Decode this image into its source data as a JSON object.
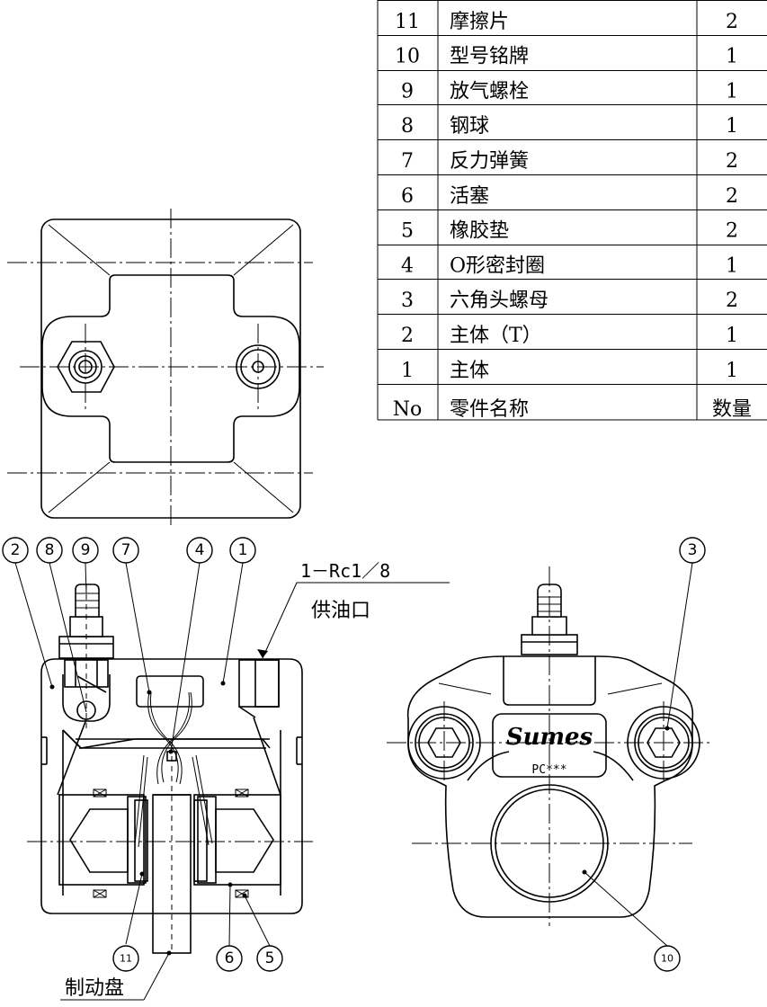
{
  "parts_table": {
    "header": {
      "no": "No",
      "name": "零件名称",
      "qty": "数量"
    },
    "rows": [
      {
        "no": "11",
        "name": "摩擦片",
        "qty": "2"
      },
      {
        "no": "10",
        "name": "型号铭牌",
        "qty": "1"
      },
      {
        "no": "9",
        "name": "放气螺栓",
        "qty": "1"
      },
      {
        "no": "8",
        "name": "钢球",
        "qty": "1"
      },
      {
        "no": "7",
        "name": "反力弹簧",
        "qty": "2"
      },
      {
        "no": "6",
        "name": "活塞",
        "qty": "2"
      },
      {
        "no": "5",
        "name": "橡胶垫",
        "qty": "2"
      },
      {
        "no": "4",
        "name": "O形密封圈",
        "qty": "1"
      },
      {
        "no": "3",
        "name": "六角头螺母",
        "qty": "2"
      },
      {
        "no": "2",
        "name": "主体（T）",
        "qty": "1"
      },
      {
        "no": "1",
        "name": "主体",
        "qty": "1"
      }
    ]
  },
  "callouts": {
    "c1": "1",
    "c2": "2",
    "c3": "3",
    "c4": "4",
    "c5": "5",
    "c6": "6",
    "c7": "7",
    "c8": "8",
    "c9": "9",
    "c10": "10",
    "c11": "11"
  },
  "labels": {
    "port_spec": "1－Rc1／8",
    "port_name": "供油口",
    "disc": "制动盘"
  },
  "nameplate": {
    "brand": "Sumes",
    "model": "PC***"
  }
}
